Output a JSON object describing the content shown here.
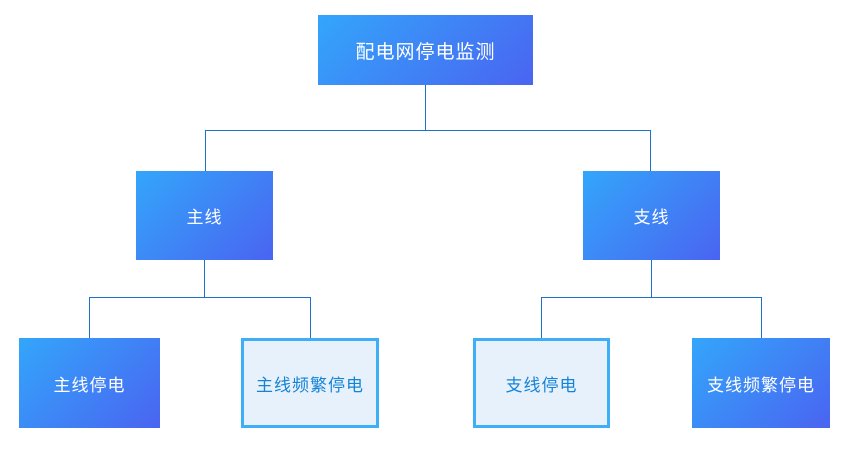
{
  "diagram": {
    "background": "#ffffff",
    "colors": {
      "node_gradient_start": "#33A6FB",
      "node_gradient_end": "#4A64F1",
      "node_text": "#FFFFFF",
      "light_node_background": "#E7F1FB",
      "light_node_border": "#3EAFF7",
      "light_node_text": "#1583D6",
      "connector": "#1B72C6"
    },
    "nodes": {
      "root": {
        "label": "配电网停电监测",
        "variant": "solid"
      },
      "main_line": {
        "label": "主线",
        "variant": "solid"
      },
      "branch_line": {
        "label": "支线",
        "variant": "solid"
      },
      "main_line_outage": {
        "label": "主线停电",
        "variant": "solid"
      },
      "main_line_frequent_outage": {
        "label": "主线频繁停电",
        "variant": "light"
      },
      "branch_line_outage": {
        "label": "支线停电",
        "variant": "light"
      },
      "branch_line_frequent_outage": {
        "label": "支线频繁停电",
        "variant": "solid"
      }
    }
  }
}
